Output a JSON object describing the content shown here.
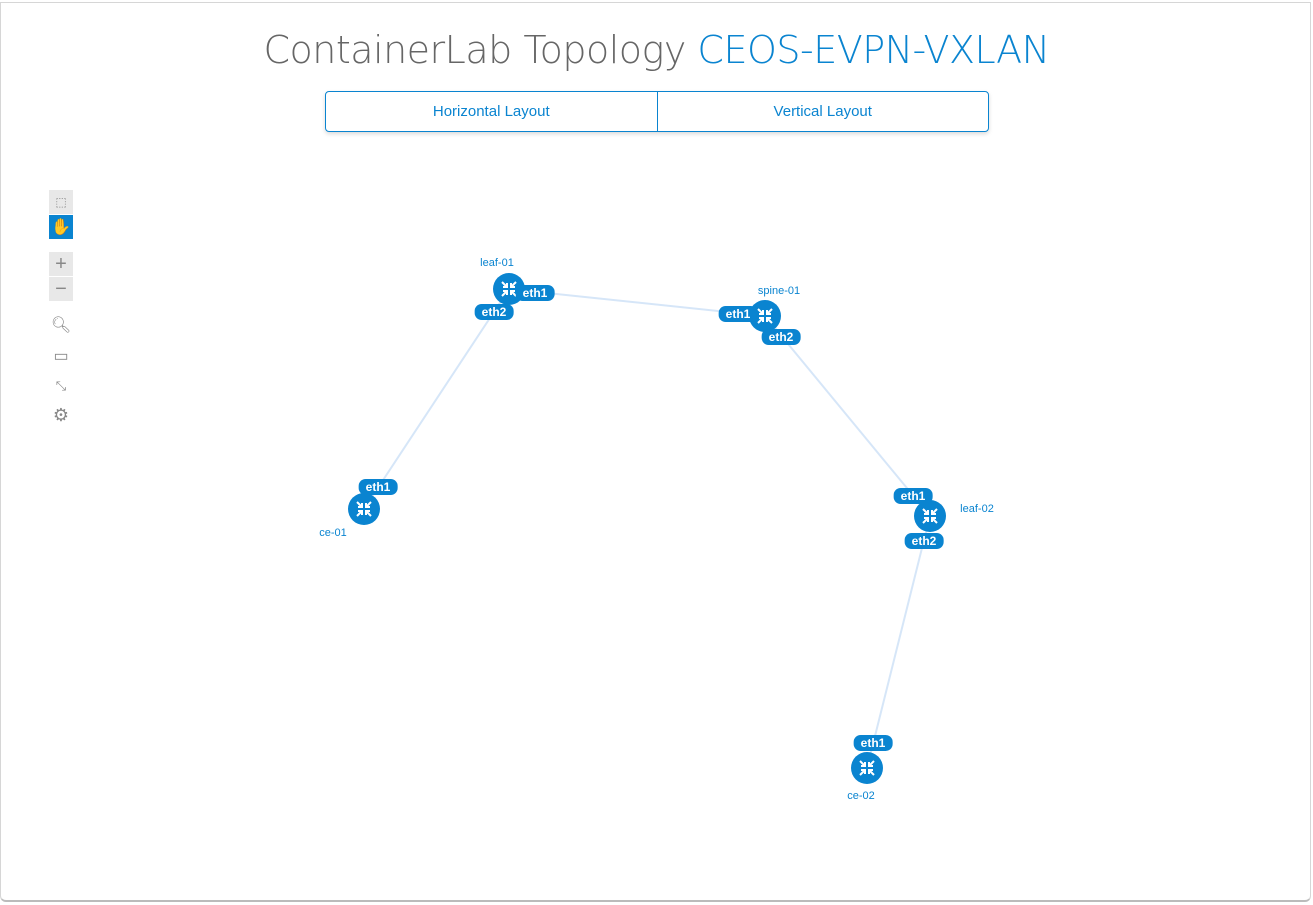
{
  "header": {
    "title_prefix": "ContainerLab Topology",
    "title_name": "CEOS-EVPN-VXLAN"
  },
  "layout_buttons": {
    "horizontal": "Horizontal Layout",
    "vertical": "Vertical Layout"
  },
  "toolbar": {
    "zoom_in": "+",
    "zoom_out": "−",
    "settings": "⚙"
  },
  "colors": {
    "accent": "#0a84d0",
    "link": "#d6e6f8"
  },
  "nodes": [
    {
      "name": "leaf-01"
    },
    {
      "name": "spine-01"
    },
    {
      "name": "ce-01"
    },
    {
      "name": "leaf-02"
    },
    {
      "name": "ce-02"
    }
  ],
  "links": [
    {
      "a": "leaf-01",
      "a_if": "eth1",
      "b": "spine-01",
      "b_if": "eth1"
    },
    {
      "a": "leaf-01",
      "a_if": "eth2",
      "b": "ce-01",
      "b_if": "eth1"
    },
    {
      "a": "spine-01",
      "a_if": "eth2",
      "b": "leaf-02",
      "b_if": "eth1"
    },
    {
      "a": "leaf-02",
      "a_if": "eth2",
      "b": "ce-02",
      "b_if": "eth1"
    }
  ]
}
